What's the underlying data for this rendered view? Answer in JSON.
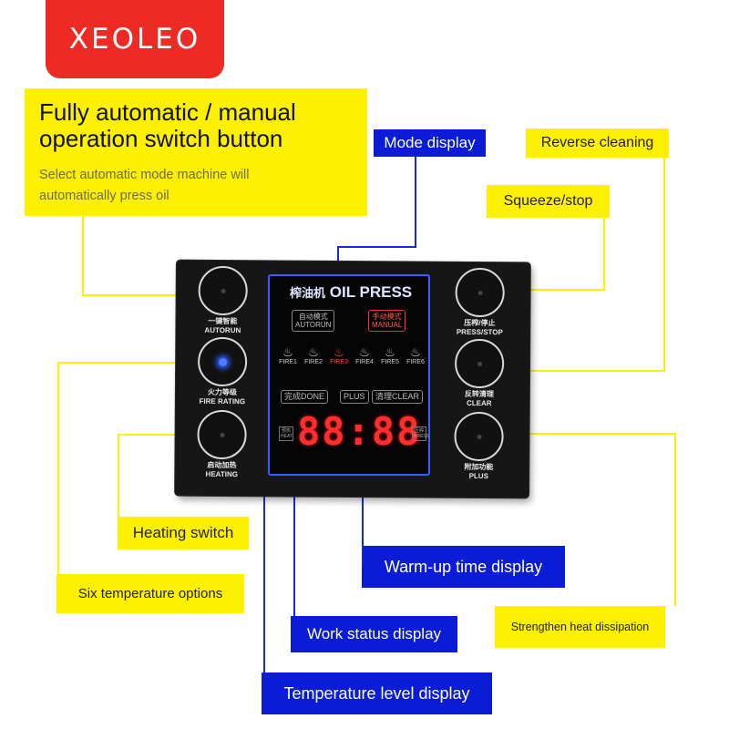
{
  "brand": {
    "name": "XEOLEO",
    "color": "#ee2a24"
  },
  "annotations": {
    "operation_switch": {
      "title_line1": "Fully automatic / manual",
      "title_line2": "operation switch button",
      "desc_line1": "Select automatic mode machine will",
      "desc_line2": "automatically press oil"
    },
    "mode_display": "Mode display",
    "reverse_cleaning": "Reverse cleaning",
    "squeeze_stop": "Squeeze/stop",
    "heating_switch": "Heating switch",
    "six_temperature_options": "Six temperature options",
    "warm_up_time_display": "Warm-up time display",
    "work_status_display": "Work status display",
    "strengthen_heat_dissipation": "Strengthen heat dissipation",
    "temperature_level_display": "Temperature level display"
  },
  "panel": {
    "left_buttons": [
      {
        "cn": "一键智能",
        "en": "AUTORUN",
        "lit": false
      },
      {
        "cn": "火力等级",
        "en": "FIRE RATING",
        "lit": true
      },
      {
        "cn": "启动加热",
        "en": "HEATING",
        "lit": false
      }
    ],
    "right_buttons": [
      {
        "cn": "压榨/停止",
        "en": "PRESS/STOP"
      },
      {
        "cn": "反转清理",
        "en": "CLEAR"
      },
      {
        "cn": "附加功能",
        "en": "PLUS"
      }
    ],
    "screen": {
      "title_cn": "榨油机",
      "title_en": "OIL PRESS",
      "mode_auto_cn": "自动模式",
      "mode_auto_en": "AUTORUN",
      "mode_manual_cn": "手动模式",
      "mode_manual_en": "MANUAL",
      "fire_levels": [
        "FIRE1",
        "FIRE2",
        "FIRE3",
        "FIRE4",
        "FIRE5",
        "FIRE6"
      ],
      "active_fire": "FIRE3",
      "status_done": "完成DONE",
      "status_plus": "PLUS",
      "status_clear": "清理CLEAR",
      "digits": "88:88",
      "left_small": "预热 HEAT",
      "right_small": "压榨 PRESS"
    }
  },
  "colors": {
    "yellow": "#fdf000",
    "blue": "#0a1cd6",
    "digit_red": "#ff2d2d",
    "screen_border": "#3e5bff"
  }
}
